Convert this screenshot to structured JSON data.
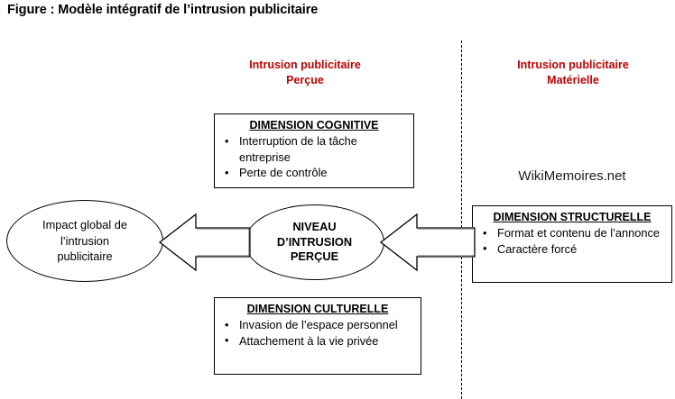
{
  "figure": {
    "title": "Figure : Modèle intégratif de l’intrusion publicitaire",
    "watermark": "WikiMemoires.net",
    "accent_red": "#C00000",
    "arrow_shaft_color": "#595959",
    "outline_color": "#000000"
  },
  "columns": {
    "left_heading": "Intrusion publicitaire\nPerçue",
    "left_heading_line1": "Intrusion publicitaire",
    "left_heading_line2": "Perçue",
    "right_heading_line1": "Intrusion publicitaire",
    "right_heading_line2": "Matérielle"
  },
  "boxes": {
    "cognitive": {
      "title": "DIMENSION COGNITIVE",
      "items": [
        "Interruption de la tâche entreprise",
        "Perte de contrôle"
      ]
    },
    "cultural": {
      "title": "DIMENSION CULTURELLE",
      "items": [
        "Invasion de l’espace personnel",
        "Attachement à la vie privée"
      ]
    },
    "structural": {
      "title": "DIMENSION STRUCTURELLE",
      "items": [
        "Format et contenu de l’annonce",
        "Caractère forcé"
      ]
    }
  },
  "ellipses": {
    "impact": {
      "line1": "Impact global de",
      "line2": "l’intrusion",
      "line3": "publicitaire"
    },
    "level": {
      "line1": "NIVEAU",
      "line2": "D’INTRUSION",
      "line3": "PERÇUE"
    }
  },
  "arrows": {
    "left_arrow_name": "arrow-level-to-impact",
    "right_arrow_name": "arrow-structural-to-level",
    "direction": "left"
  }
}
